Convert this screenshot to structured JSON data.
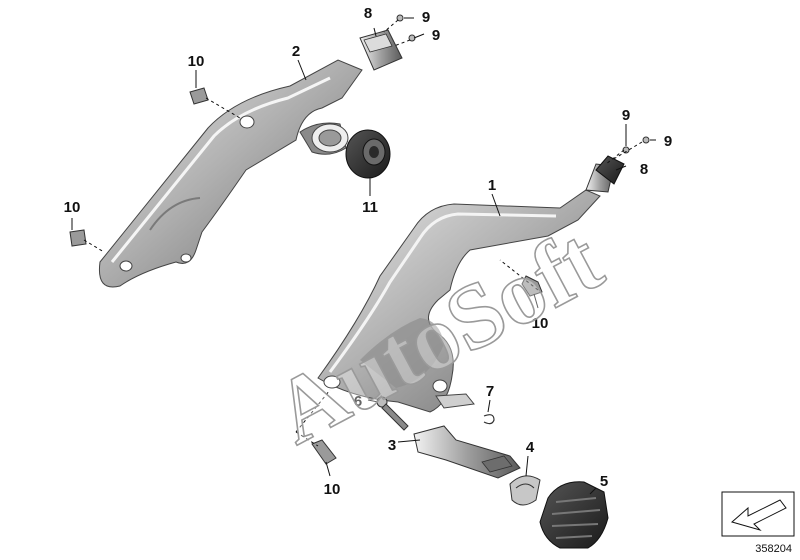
{
  "diagram": {
    "callouts": [
      "1",
      "2",
      "3",
      "4",
      "5",
      "6",
      "7",
      "8",
      "8",
      "9",
      "9",
      "9",
      "9",
      "10",
      "10",
      "10",
      "10",
      "11"
    ],
    "watermark": "AutoSoft",
    "reference_number": "358204",
    "legend_icon": "arrow-symbol-icon",
    "colors": {
      "part_shadow": "#5e5e5e",
      "part_mid": "#a7a7a7",
      "part_light": "#e3e3e3",
      "rubber": "#2b2b2b",
      "line": "#111111"
    }
  }
}
